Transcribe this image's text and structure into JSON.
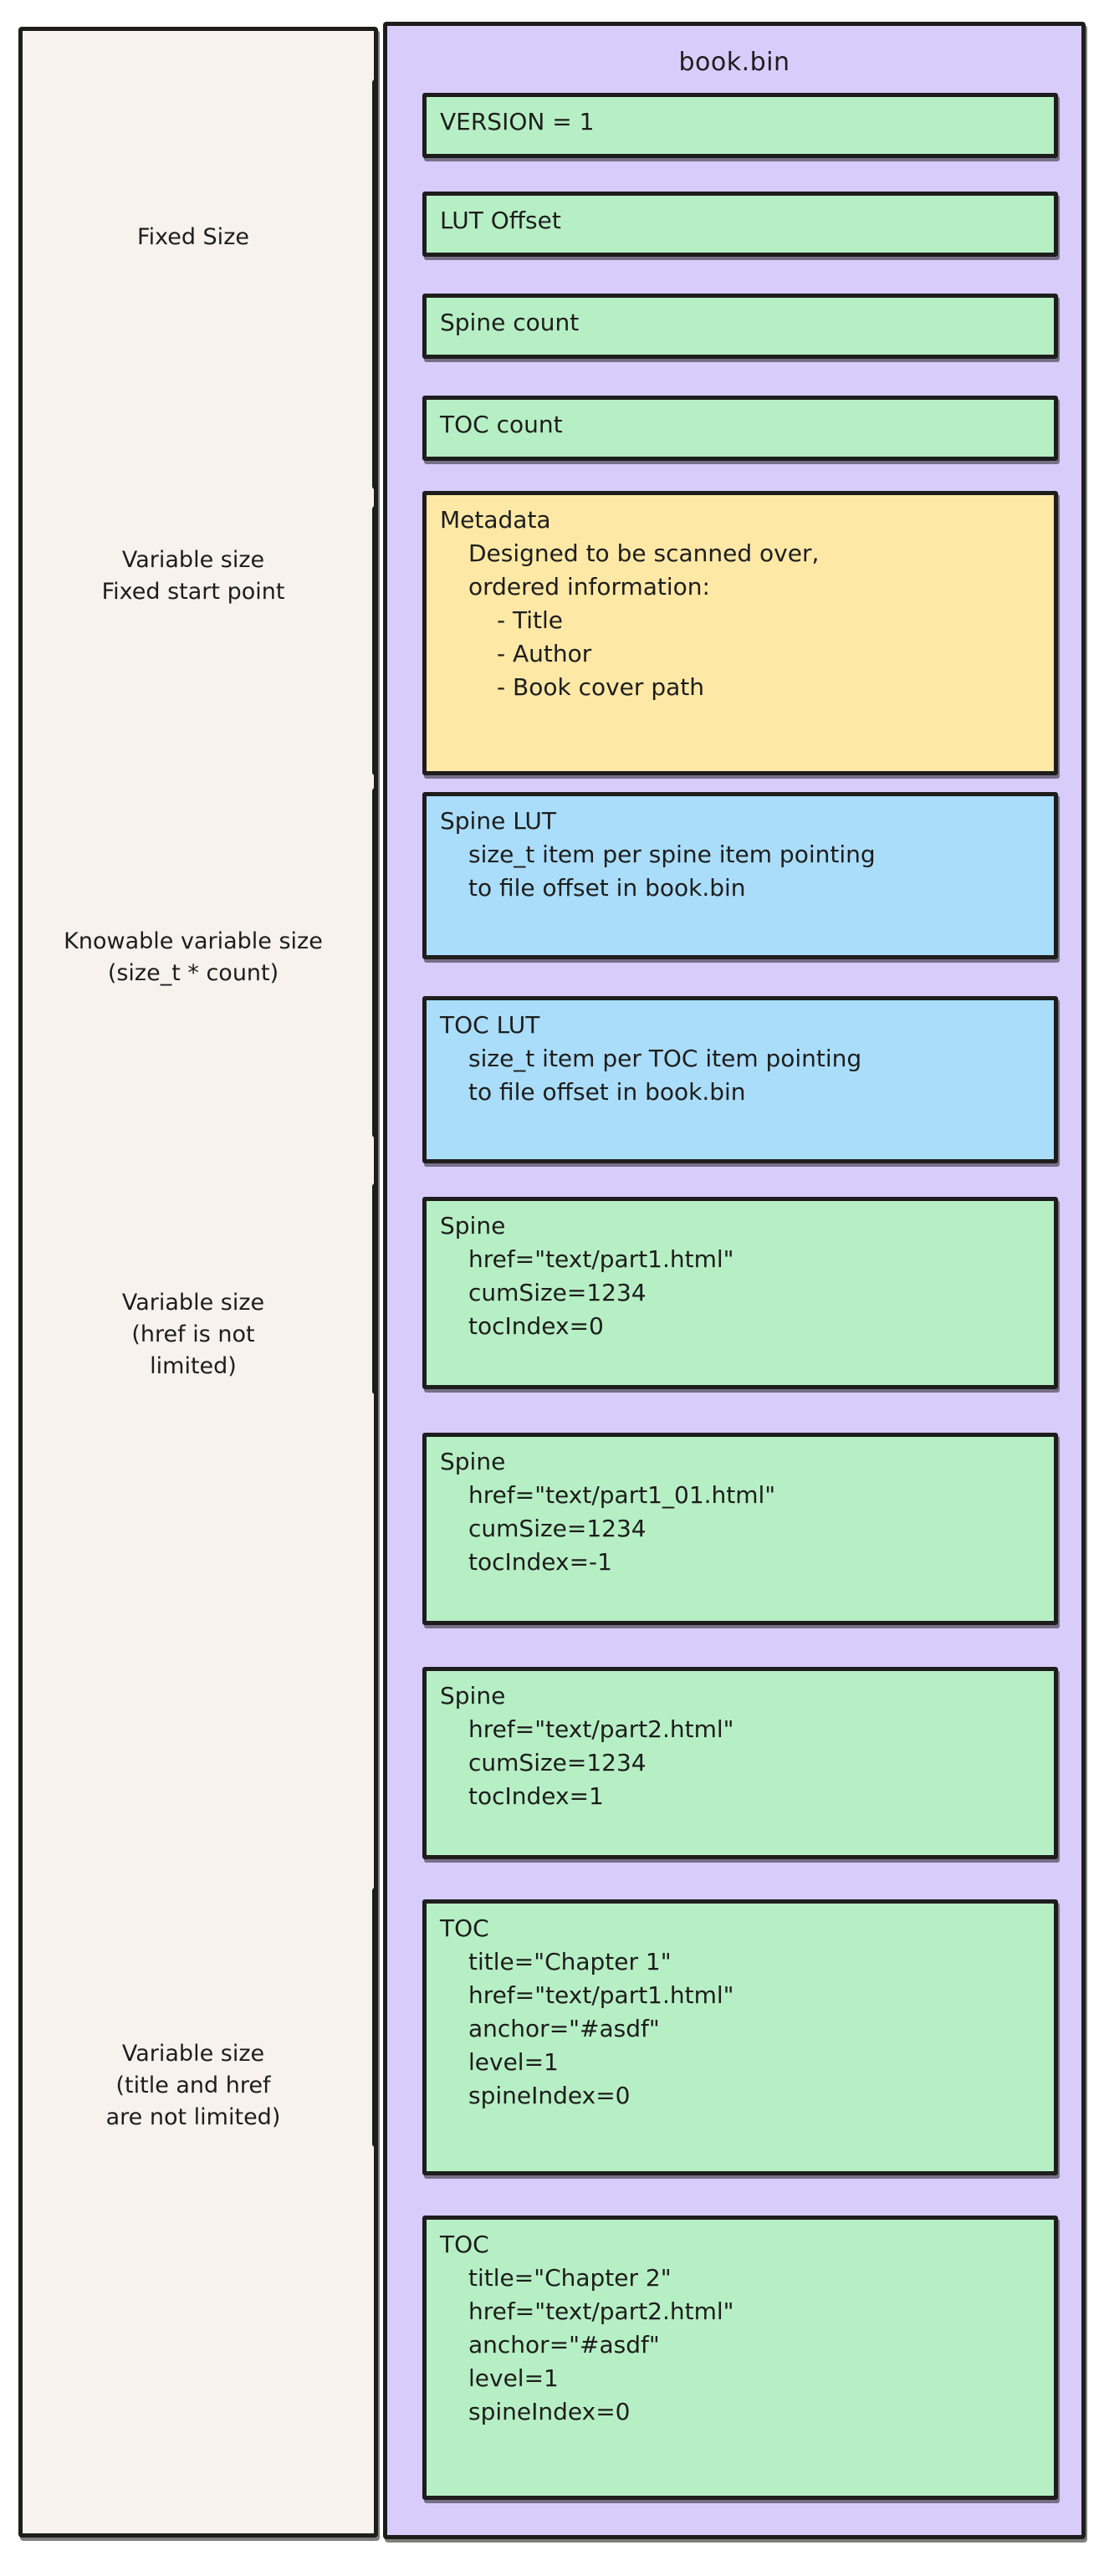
{
  "file_panel": {
    "title": "book.bin",
    "background_color": "#d8ccfb"
  },
  "left_panel": {
    "background_color": "#f7f2ee",
    "groups": [
      {
        "label": "Fixed Size"
      },
      {
        "label": "Variable size\nFixed start point"
      },
      {
        "label": "Knowable variable size\n(size_t * count)"
      },
      {
        "label": "Variable size\n(href is not\nlimited)"
      },
      {
        "label": "Variable size\n(title and href\nare not limited)"
      }
    ]
  },
  "records": [
    {
      "id": "version",
      "color": "#b7efc5",
      "head": "VERSION = 1",
      "body": "",
      "sub": ""
    },
    {
      "id": "lut-offset",
      "color": "#b7efc5",
      "head": "LUT Offset",
      "body": "",
      "sub": ""
    },
    {
      "id": "spine-count",
      "color": "#b7efc5",
      "head": "Spine count",
      "body": "",
      "sub": ""
    },
    {
      "id": "toc-count",
      "color": "#b7efc5",
      "head": "TOC count",
      "body": "",
      "sub": ""
    },
    {
      "id": "metadata",
      "color": "#fde8a6",
      "head": "Metadata",
      "body": "Designed to be scanned over,\nordered information:",
      "sub": "- Title\n- Author\n- Book cover path"
    },
    {
      "id": "spine-lut",
      "color": "#aaddfa",
      "head": "Spine LUT",
      "body": "size_t item per spine item pointing\nto file offset in book.bin",
      "sub": ""
    },
    {
      "id": "toc-lut",
      "color": "#aaddfa",
      "head": "TOC LUT",
      "body": "size_t item per TOC item pointing\nto file offset in book.bin",
      "sub": ""
    },
    {
      "id": "spine-1",
      "color": "#b7efc5",
      "head": "Spine",
      "body": "href=\"text/part1.html\"\ncumSize=1234\ntocIndex=0",
      "sub": ""
    },
    {
      "id": "spine-2",
      "color": "#b7efc5",
      "head": "Spine",
      "body": "href=\"text/part1_01.html\"\ncumSize=1234\ntocIndex=-1",
      "sub": ""
    },
    {
      "id": "spine-3",
      "color": "#b7efc5",
      "head": "Spine",
      "body": "href=\"text/part2.html\"\ncumSize=1234\ntocIndex=1",
      "sub": ""
    },
    {
      "id": "toc-1",
      "color": "#b7efc5",
      "head": "TOC",
      "body": "title=\"Chapter 1\"\nhref=\"text/part1.html\"\nanchor=\"#asdf\"\nlevel=1\nspineIndex=0",
      "sub": ""
    },
    {
      "id": "toc-2",
      "color": "#b7efc5",
      "head": "TOC",
      "body": "title=\"Chapter 2\"\nhref=\"text/part2.html\"\nanchor=\"#asdf\"\nlevel=1\nspineIndex=0",
      "sub": ""
    }
  ]
}
